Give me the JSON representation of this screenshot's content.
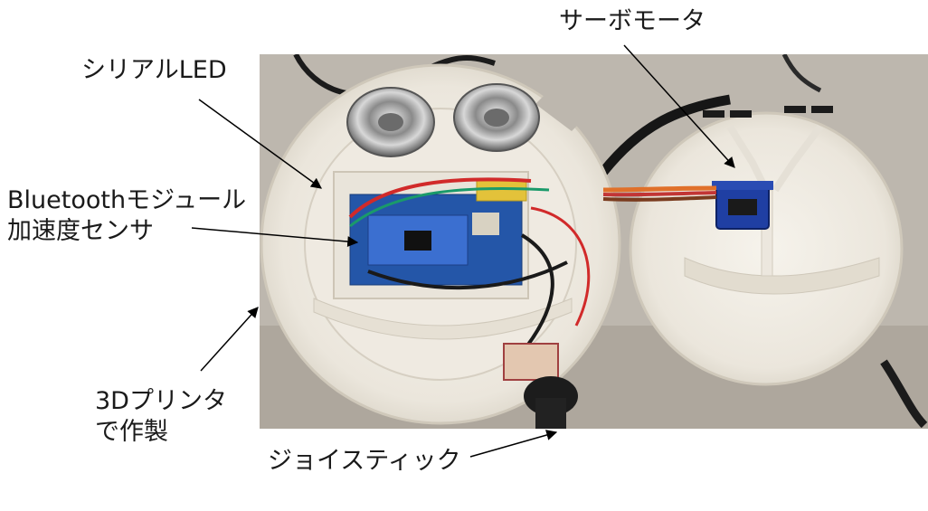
{
  "labels": {
    "servo": "サーボモータ",
    "serial_led": "シリアルLED",
    "bluetooth_line1": "Bluetoothモジュール",
    "bluetooth_line2": "加速度センサ",
    "printer_line1": "3Dプリンタ",
    "printer_line2": "で作製",
    "joystick": "ジョイスティック"
  },
  "colors": {
    "background": "#ffffff",
    "text": "#1a1a1a",
    "photo_background": "#b9b3ab",
    "shell": "#f1ede4",
    "pcb_blue": "#2456a8"
  }
}
